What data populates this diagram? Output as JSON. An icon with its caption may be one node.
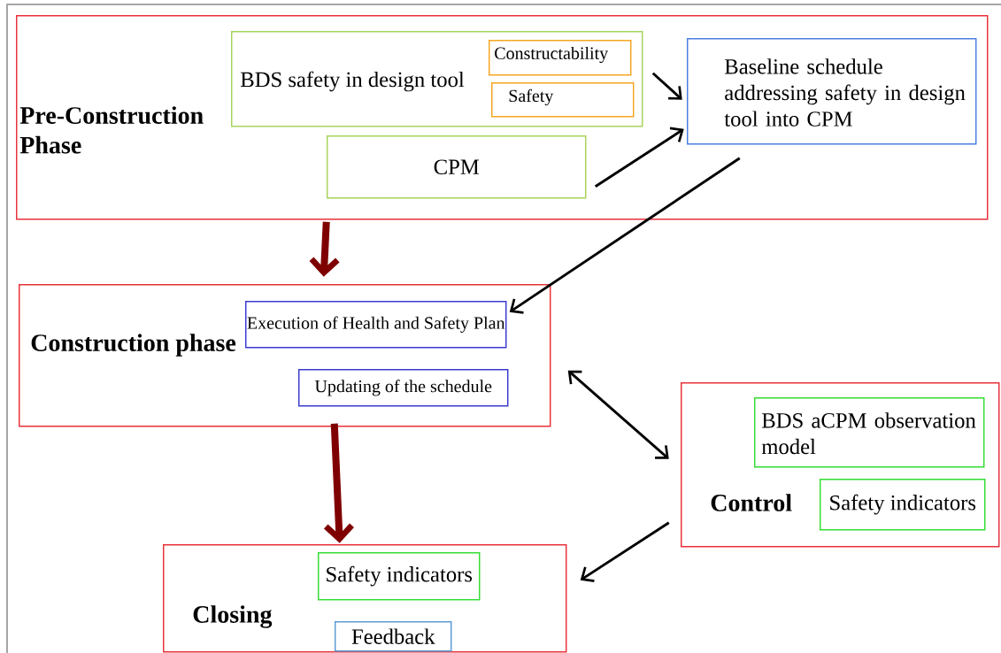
{
  "diagram": {
    "nodes": [
      {
        "text": [
          "Pre-Construction Phase"
        ]
      },
      {
        "text": [
          "BDS safety in design tool"
        ],
        "in": 0
      },
      {
        "text": [
          "Constructability"
        ],
        "in": 1
      },
      {
        "text": [
          "Safety"
        ],
        "in": 1
      },
      {
        "text": [
          "CPM"
        ],
        "in": 0
      },
      {
        "text": [
          "Baseline schedule addressing safety in design tool into CPM"
        ],
        "in": 0
      },
      {
        "text": [
          "Construction phase"
        ]
      },
      {
        "text": [
          "Execution of Health and Safety Plan"
        ],
        "in": 6
      },
      {
        "text": [
          "Updating of the schedule"
        ],
        "in": 6
      },
      {
        "text": [
          "Control"
        ]
      },
      {
        "text": [
          "BDS aCPM observation model"
        ],
        "in": 9
      },
      {
        "text": [
          "Safety indicators"
        ],
        "in": 9
      },
      {
        "text": [
          "Closing"
        ]
      },
      {
        "text": [
          "Safety indicators"
        ],
        "in": 12
      },
      {
        "text": [
          "Feedback"
        ],
        "in": 12
      }
    ],
    "edges": [
      {
        "from": 1,
        "to": 5,
        "arrow": "to"
      },
      {
        "from": 4,
        "to": 5,
        "arrow": "to"
      },
      {
        "from": 5,
        "to": 7,
        "arrow": "to"
      },
      {
        "from": 0,
        "to": 6,
        "arrow": "to",
        "style": "thick",
        "color": "#7f0000"
      },
      {
        "from": 6,
        "to": 12,
        "arrow": "to",
        "style": "thick",
        "color": "#7f0000"
      },
      {
        "from": 6,
        "to": 9,
        "arrow": "both"
      },
      {
        "from": 9,
        "to": 12,
        "arrow": "to"
      }
    ]
  }
}
